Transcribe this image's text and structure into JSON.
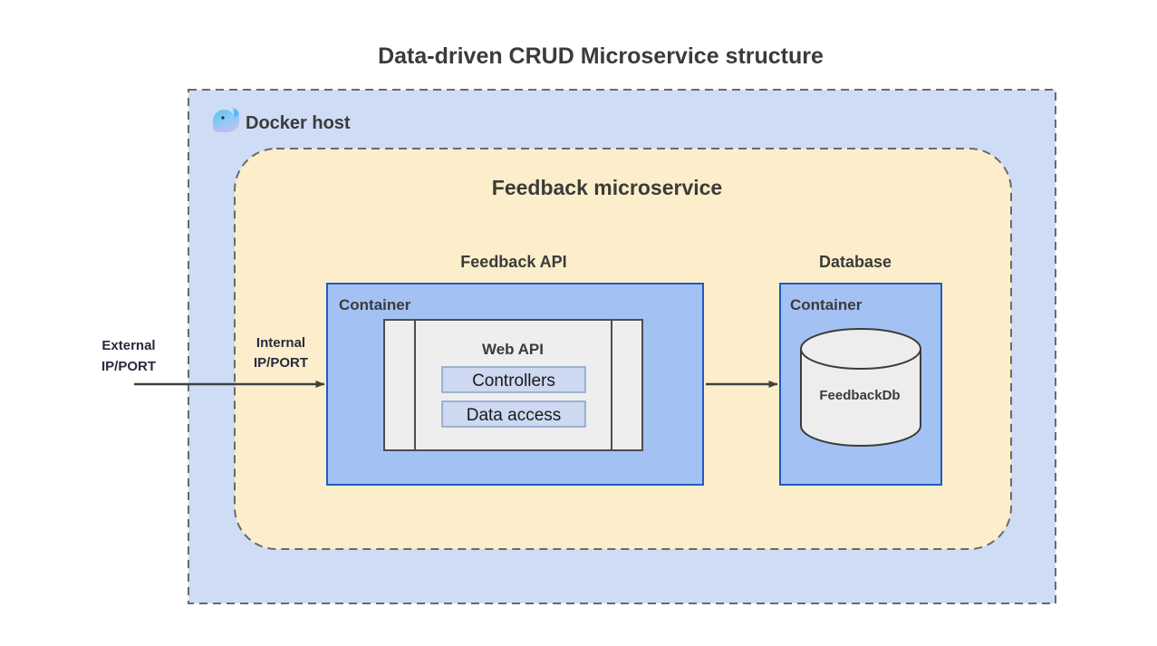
{
  "page": {
    "title": "Data-driven CRUD Microservice structure",
    "background": "#ffffff"
  },
  "colors": {
    "host_fill": "#cfdcf5",
    "host_border": "#6a6a6a",
    "service_fill": "#fdeecb",
    "service_border": "#6a6a6a",
    "container_fill": "#a3c2f3",
    "container_border": "#1f5bc4",
    "panel_fill": "#eeeeee",
    "panel_border": "#4d4d4d",
    "layer_fill": "#ccd9f0",
    "layer_border": "#8aa0c8",
    "db_fill": "#ededed",
    "db_border": "#3c3c3c",
    "arrow": "#404040",
    "title_text": "#3b3b3b",
    "docker_whale": "#55b3f3"
  },
  "host": {
    "label": "Docker host",
    "icon": "docker-whale-icon"
  },
  "microservice": {
    "label": "Feedback microservice"
  },
  "groups": [
    {
      "id": "feedback-api",
      "label": "Feedback API",
      "container_label": "Container",
      "panel": {
        "label": "Web API",
        "layers": [
          {
            "label": "Controllers"
          },
          {
            "label": "Data access"
          }
        ]
      }
    },
    {
      "id": "database",
      "label": "Database",
      "container_label": "Container",
      "database": {
        "label": "FeedbackDb",
        "shape": "cylinder"
      }
    }
  ],
  "endpoints": [
    {
      "id": "external",
      "line1": "External",
      "line2": "IP/PORT"
    },
    {
      "id": "internal",
      "line1": "Internal",
      "line2": "IP/PORT"
    }
  ],
  "connections": [
    {
      "id": "external-to-api",
      "from": "external",
      "to": "feedback-api",
      "style": "solid-arrow"
    },
    {
      "id": "api-to-database",
      "from": "feedback-api",
      "to": "database",
      "style": "solid-arrow"
    }
  ]
}
